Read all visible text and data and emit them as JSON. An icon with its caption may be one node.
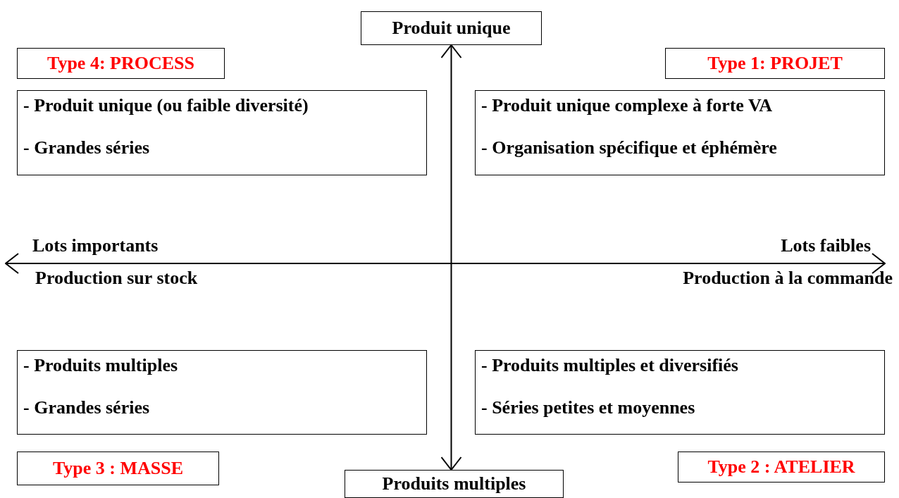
{
  "diagram": {
    "nodes": [
      {
        "text": [
          "Produit unique"
        ]
      },
      {
        "text": [
          "Type 4: PROCESS"
        ]
      },
      {
        "text": [
          "Type 1: PROJET"
        ]
      },
      {
        "text": [
          "- Produit unique (ou faible diversité)",
          "- Grandes séries"
        ]
      },
      {
        "text": [
          "- Produit unique complexe à forte VA",
          "- Organisation spécifique et éphémère"
        ]
      },
      {
        "text": [
          "- Produits multiples",
          "- Grandes séries"
        ]
      },
      {
        "text": [
          "- Produits multiples et diversifiés",
          "- Séries petites et moyennes"
        ]
      },
      {
        "text": [
          "Type 3 : MASSE"
        ]
      },
      {
        "text": [
          "Type 2 : ATELIER"
        ]
      },
      {
        "text": [
          "Produits multiples"
        ]
      }
    ],
    "edges": [
      {
        "from": 0,
        "to": 9,
        "arrow": "both"
      }
    ],
    "labels": [
      "Lots importants",
      "Lots faibles",
      "Production sur stock",
      "Production à la commande"
    ]
  }
}
